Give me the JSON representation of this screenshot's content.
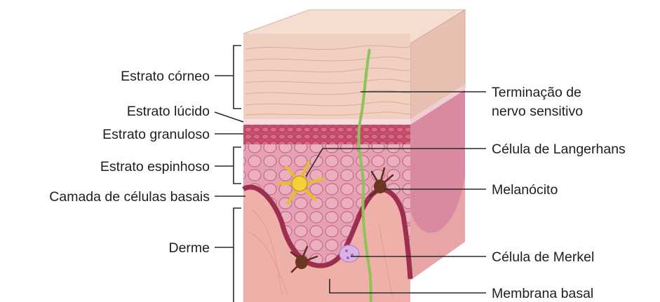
{
  "diagram": {
    "left_labels": {
      "estrato_corneo": "Estrato córneo",
      "estrato_lucido": "Estrato lúcido",
      "estrato_granuloso": "Estrato granuloso",
      "estrato_espinhoso": "Estrato espinhoso",
      "camada_basal": "Camada de células basais",
      "derme": "Derme"
    },
    "right_labels": {
      "terminacao_line1": "Terminação de",
      "terminacao_line2": "nervo sensitivo",
      "langerhans": "Célula de Langerhans",
      "melanocito": "Melanócito",
      "merkel": "Célula de Merkel",
      "membrana_basal": "Membrana basal"
    },
    "colors": {
      "corneum": "#f1cfc1",
      "granulosum": "#c9506f",
      "spinosum": "#e39aae",
      "dermis": "#f0b0aa",
      "nerve": "#8fc25a",
      "langerhans": "#f2d13a",
      "melanocyte": "#5a2f1c",
      "merkel": "#d9b3e6"
    }
  }
}
